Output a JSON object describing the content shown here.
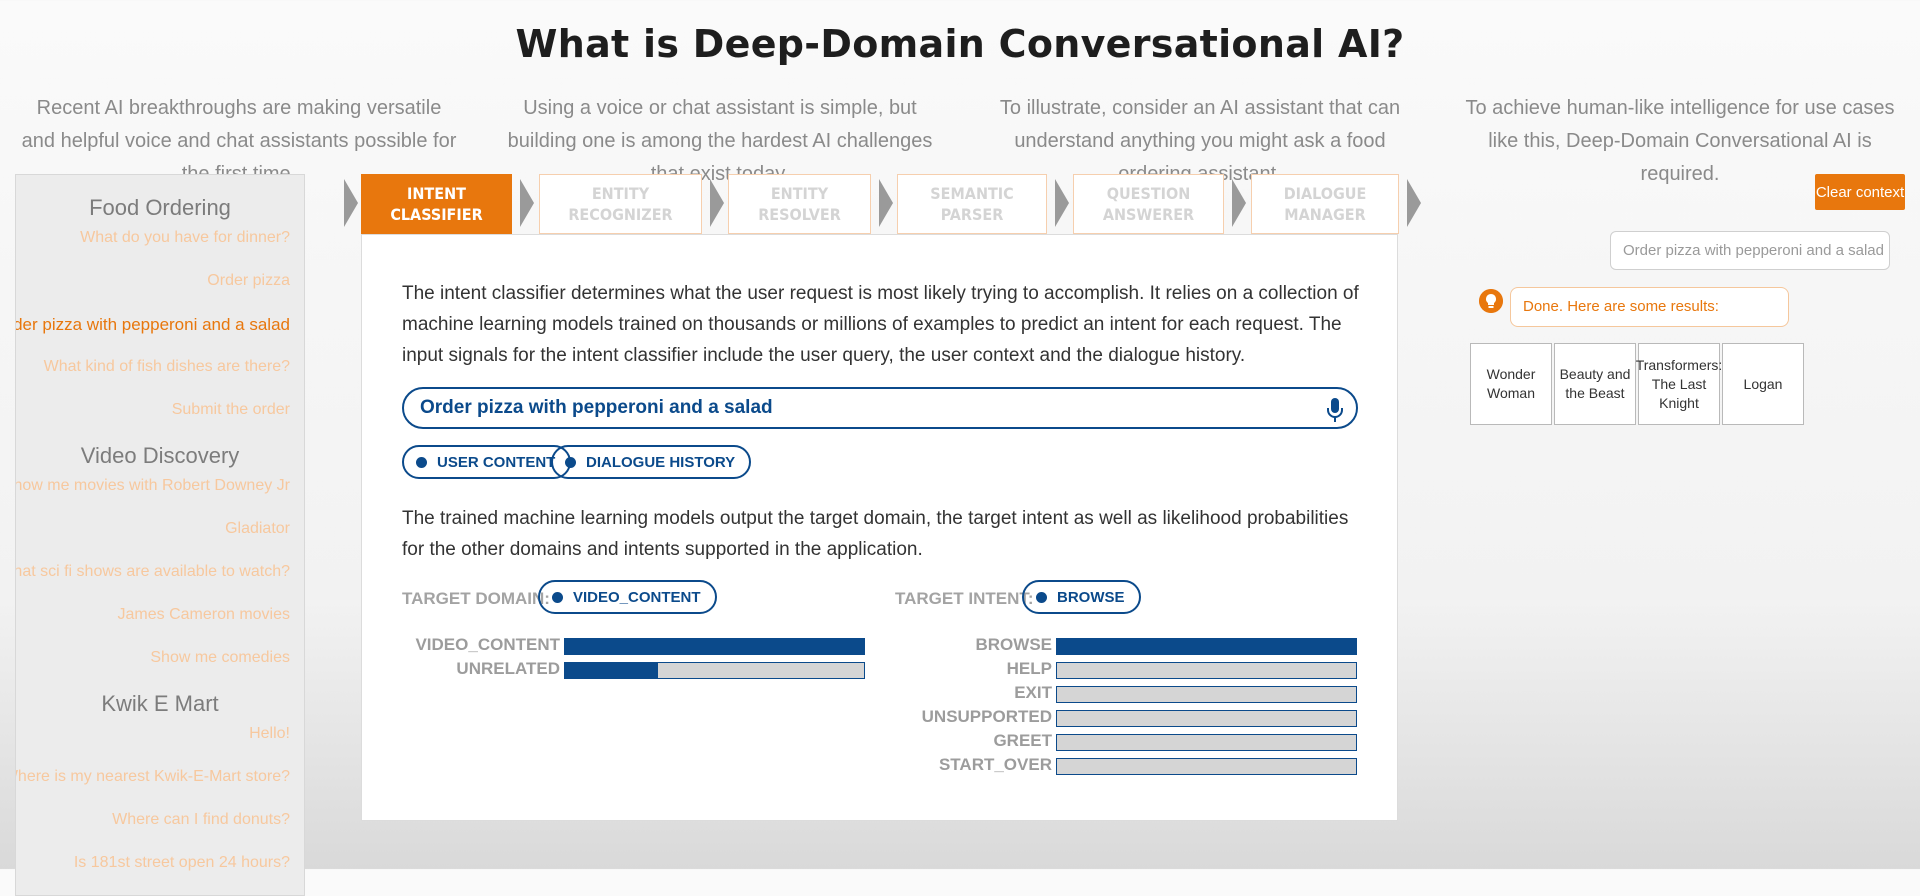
{
  "page_title": "What is Deep-Domain Conversational AI?",
  "intro": [
    "Recent AI breakthroughs are making versatile and helpful voice and chat assistants possible for the first time.",
    "Using a voice or chat assistant is simple, but building one is among the hardest AI challenges that exist today.",
    "To illustrate, consider an AI assistant that can understand anything you might ask a food ordering assistant.",
    "To achieve human-like intelligence for use cases like this, Deep-Domain Conversational AI is required."
  ],
  "sidebar": {
    "domains": [
      {
        "name": "Food Ordering",
        "queries": [
          "What do you have for dinner?",
          "Order pizza",
          "Order pizza with pepperoni and a salad",
          "What kind of fish dishes are there?",
          "Submit the order"
        ]
      },
      {
        "name": "Video Discovery",
        "queries": [
          "Show me movies with Robert Downey Jr",
          "Gladiator",
          "What sci fi shows are available to watch?",
          "James Cameron movies",
          "Show me comedies"
        ]
      },
      {
        "name": "Kwik E Mart",
        "queries": [
          "Hello!",
          "Where is my nearest Kwik-E-Mart store?",
          "Where can I find donuts?",
          "Is 181st street open 24 hours?"
        ]
      }
    ],
    "active_query": "Order pizza with pepperoni and a salad"
  },
  "tabs": [
    {
      "line1": "INTENT",
      "line2": "CLASSIFIER",
      "active": true
    },
    {
      "line1": "ENTITY",
      "line2": "RECOGNIZER",
      "active": false
    },
    {
      "line1": "ENTITY",
      "line2": "RESOLVER",
      "active": false
    },
    {
      "line1": "SEMANTIC",
      "line2": "PARSER",
      "active": false
    },
    {
      "line1": "QUESTION",
      "line2": "ANSWERER",
      "active": false
    },
    {
      "line1": "DIALOGUE",
      "line2": "MANAGER",
      "active": false
    }
  ],
  "panel": {
    "description": "The intent classifier determines what the user request is most likely trying to accomplish. It relies on a collection of machine learning models trained on thousands or millions of examples to predict an intent for each request. The input signals for the intent classifier include the user query, the user context and the dialogue history.",
    "query": "Order pizza with pepperoni and a salad",
    "signals": [
      "USER CONTENT",
      "DIALOGUE HISTORY"
    ],
    "output_description": "The trained machine learning models output the target domain, the target intent as well as likelihood probabilities for the other domains and intents supported in the application.",
    "target_domain_label": "TARGET DOMAIN:",
    "target_domain": "VIDEO_CONTENT",
    "target_intent_label": "TARGET INTENT:",
    "target_intent": "BROWSE",
    "domain_scores": [
      {
        "label": "VIDEO_CONTENT",
        "value": 1.0
      },
      {
        "label": "UNRELATED",
        "value": 0.31
      }
    ],
    "intent_scores": [
      {
        "label": "BROWSE",
        "value": 1.0
      },
      {
        "label": "HELP",
        "value": 0.0
      },
      {
        "label": "EXIT",
        "value": 0.0
      },
      {
        "label": "UNSUPPORTED",
        "value": 0.0
      },
      {
        "label": "GREET",
        "value": 0.0
      },
      {
        "label": "START_OVER",
        "value": 0.0
      }
    ]
  },
  "assistant": {
    "clear_label": "Clear context",
    "input_value": "Order pizza with pepperoni and a salad",
    "reply": "Done. Here are some results:",
    "results": [
      "Wonder Woman",
      "Beauty and the Beast",
      "Transformers: The Last Knight",
      "Logan"
    ]
  },
  "colors": {
    "accent": "#e8770d",
    "primary": "#0b4a8b"
  }
}
